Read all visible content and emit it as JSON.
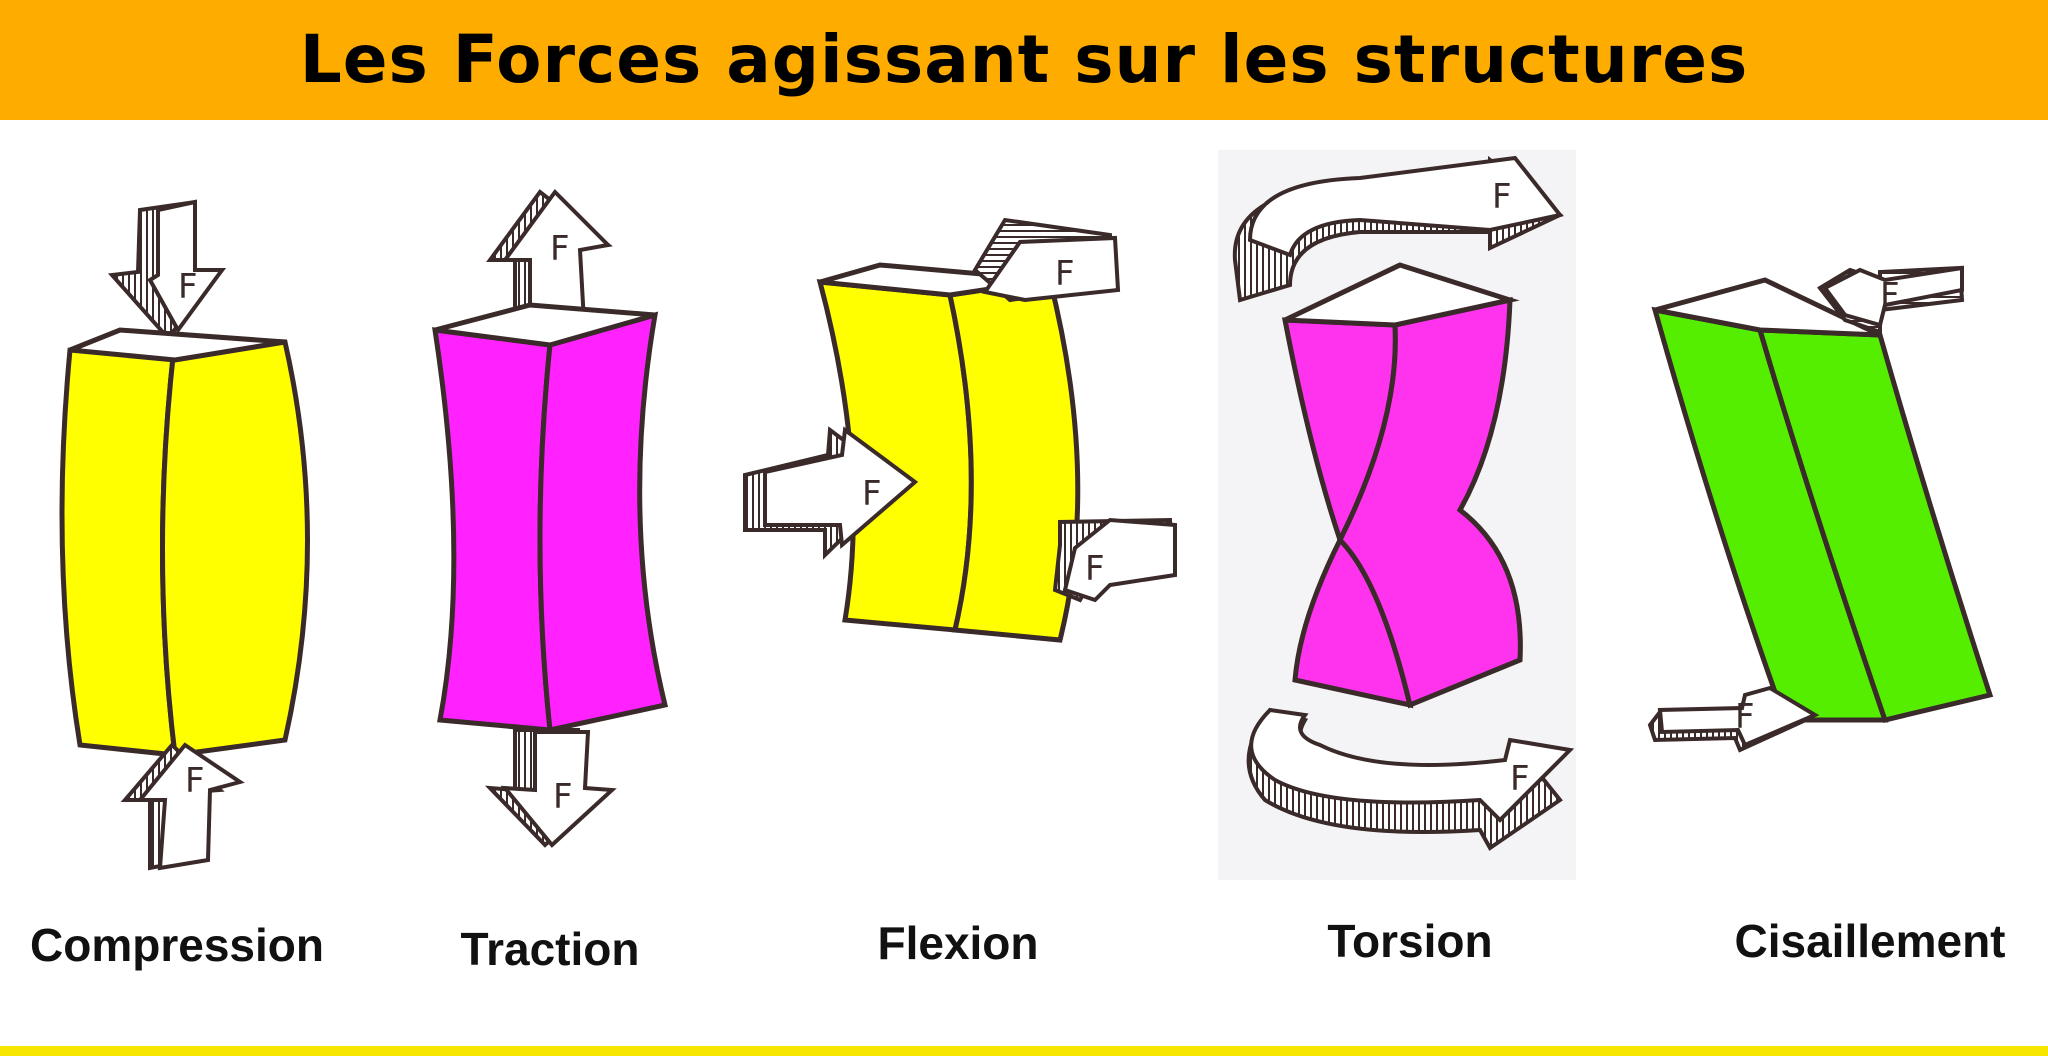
{
  "header": {
    "title": "Les Forces agissant sur les structures",
    "background_color": "#ffac00"
  },
  "force_letter": "F",
  "panels": [
    {
      "label": "Compression",
      "color": "#ffff00",
      "icon": "compression-block-icon"
    },
    {
      "label": "Traction",
      "color": "#ff22ff",
      "icon": "traction-block-icon"
    },
    {
      "label": "Flexion",
      "color": "#ffff00",
      "icon": "flexion-block-icon"
    },
    {
      "label": "Torsion",
      "color": "#ff33ee",
      "icon": "torsion-block-icon"
    },
    {
      "label": "Cisaillement",
      "color": "#55ee00",
      "icon": "cisaillement-block-icon"
    }
  ],
  "footer": {
    "line_color": "#f7e600"
  }
}
